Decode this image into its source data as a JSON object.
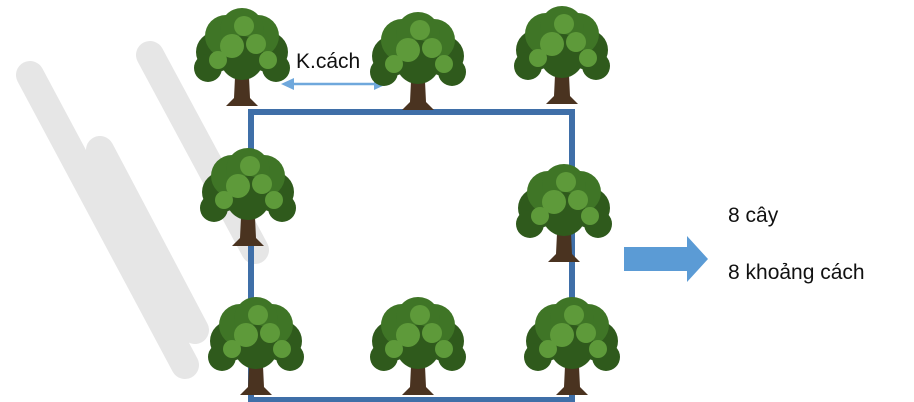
{
  "diagram": {
    "spacing_label": "K.cách",
    "result": {
      "trees_text": "8 cây",
      "gaps_text": "8 khoảng cách"
    },
    "colors": {
      "square": "#3f6fa8",
      "spacing_arrow": "#6fa8dc",
      "result_arrow": "#5b9bd5",
      "foliage_dark": "#2f5a1c",
      "foliage_mid": "#3f7526",
      "foliage_light": "#5e9a3a",
      "trunk": "#4a3320",
      "watermark": "#e6e6e6"
    },
    "trees": [
      {
        "name": "tree-top-left"
      },
      {
        "name": "tree-top-middle"
      },
      {
        "name": "tree-top-right"
      },
      {
        "name": "tree-middle-left"
      },
      {
        "name": "tree-middle-right"
      },
      {
        "name": "tree-bottom-left"
      },
      {
        "name": "tree-bottom-middle"
      },
      {
        "name": "tree-bottom-right"
      }
    ]
  }
}
